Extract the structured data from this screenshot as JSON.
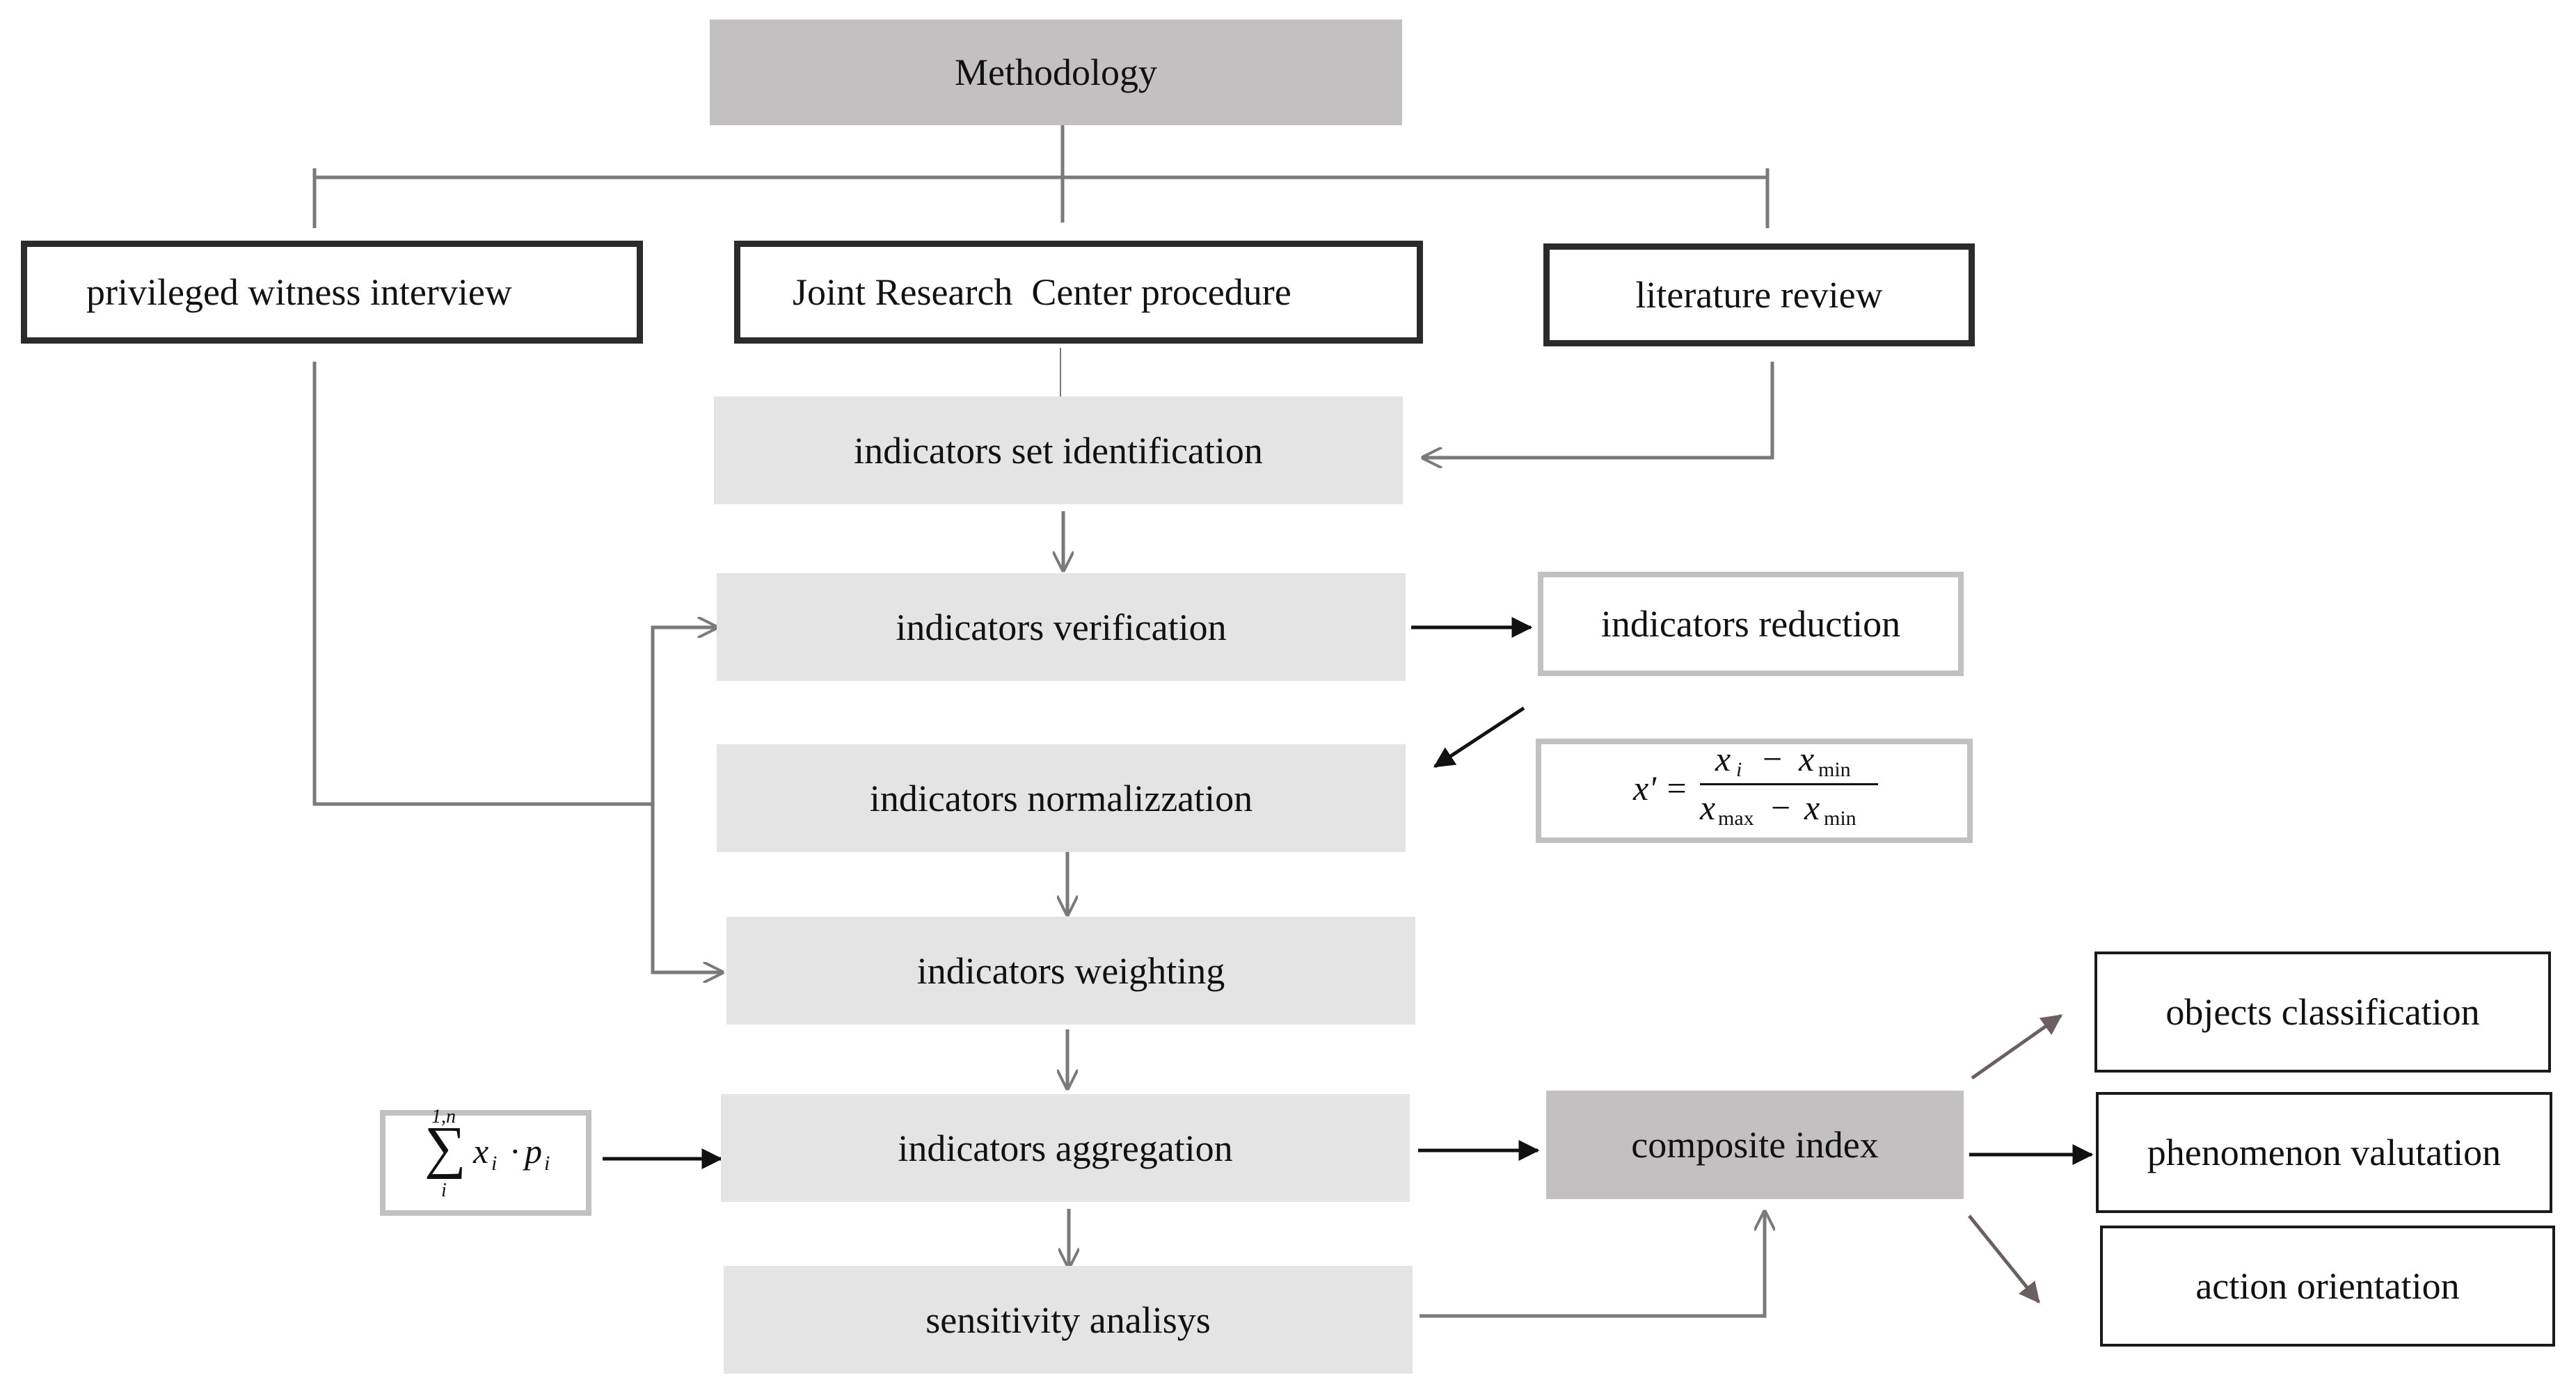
{
  "title": "Methodology",
  "sources": {
    "left": "privileged witness interview",
    "center": "Joint Research  Center procedure",
    "right": "literature review"
  },
  "steps": {
    "identification": "indicators set identification",
    "verification": "indicators verification",
    "normalization": "indicators normalizzation",
    "weighting": "indicators weighting",
    "aggregation": "indicators aggregation",
    "sensitivity": "sensitivity analisys"
  },
  "side": {
    "reduction": "indicators reduction",
    "composite": "composite index"
  },
  "outputs": {
    "classification": "objects classification",
    "valutation": "phenomenon valutation",
    "orientation": "action orientation"
  },
  "formulas": {
    "normalization": {
      "lhs": "x' =",
      "num_x": "x",
      "num_i": "i",
      "num_minus": "−",
      "num_x2": "x",
      "num_min": "min",
      "den_x": "x",
      "den_max": "max",
      "den_minus": "−",
      "den_x2": "x",
      "den_min": "min"
    },
    "aggregation": {
      "sum": "∑",
      "upper": "1,n",
      "lower": "i",
      "x": "x",
      "sub_i": "i",
      "dot": "·",
      "p": "p",
      "sub_i2": "i"
    }
  },
  "colors": {
    "dark_box": "#c2c0c1",
    "light_box": "#e4e4e4",
    "connector_grey": "#7a7a7a",
    "arrow_black": "#111111",
    "arrow_brown": "#6b6060"
  }
}
